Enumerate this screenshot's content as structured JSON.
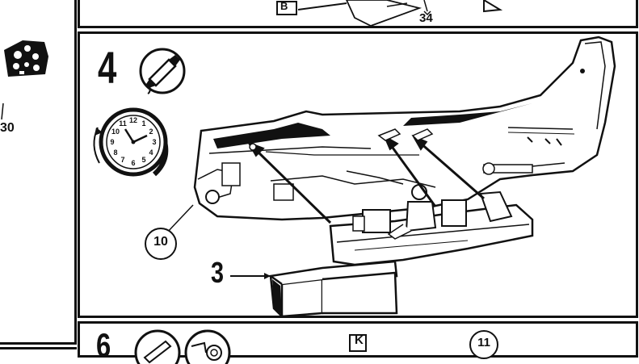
{
  "left_panel": {
    "part_number": "30"
  },
  "top_panel": {
    "marker_letter": "B",
    "part_number": "34"
  },
  "main_step": {
    "step_number": "4",
    "clock_numbers": [
      "12",
      "1",
      "2",
      "3",
      "4",
      "5",
      "6",
      "7",
      "8",
      "9",
      "10",
      "11"
    ],
    "callout_part": "10",
    "part_label": "3"
  },
  "bottom_step": {
    "step_number": "6",
    "marker_letter": "K",
    "callout_part": "11"
  }
}
